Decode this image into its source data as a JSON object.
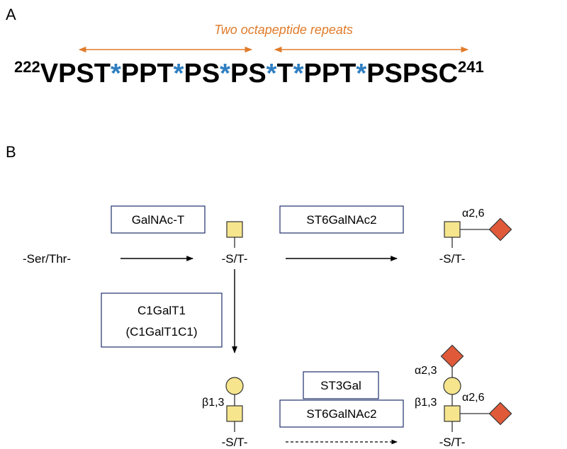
{
  "panel_a": {
    "label": "A",
    "repeat_label": "Two octapeptide repeats",
    "start_number": "222",
    "end_number": "241",
    "segments": [
      "VPST",
      "PPT",
      "PS",
      "PS",
      "T",
      "PPT",
      "PSPSC"
    ],
    "marker": "*",
    "colors": {
      "marker": "#2f7fc1",
      "repeat": "#e07b2a"
    }
  },
  "panel_b": {
    "label": "B",
    "enzymes": {
      "galnac_t": "GalNAc-T",
      "st6galnac2_top": "ST6GalNAc2",
      "c1galt1_line1": "C1GalT1",
      "c1galt1_line2": "(C1GalT1C1)",
      "st3gal": "ST3Gal",
      "st6galnac2_bottom": "ST6GalNAc2"
    },
    "residues": {
      "start": "-Ser/Thr-",
      "st": "-S/T-"
    },
    "linkages": {
      "a26": "α2,6",
      "a23": "α2,3",
      "b13": "β1,3"
    },
    "icons": {
      "galnac": "yellow-square-icon",
      "gal": "yellow-circle-icon",
      "sialic_acid": "red-diamond-icon"
    },
    "colors": {
      "yellow": "#f6e58d",
      "red": "#e05a3a",
      "box_border": "#1f2f6b"
    }
  }
}
